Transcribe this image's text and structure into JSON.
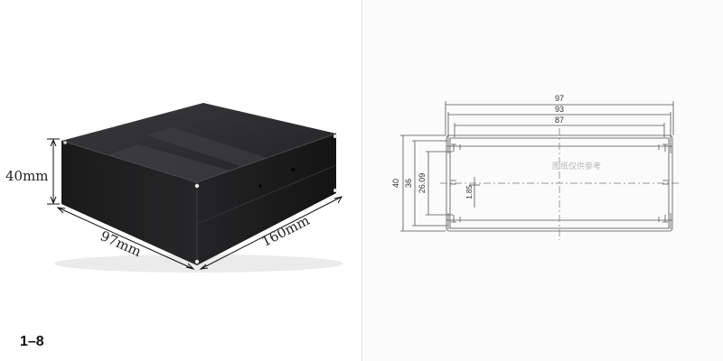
{
  "photo": {
    "height_label": "40mm",
    "depth_label": "97mm",
    "length_label": "160mm"
  },
  "drawing": {
    "outer_width": "97",
    "inner_width": "93",
    "slot_width": "87",
    "outer_height": "40",
    "inner_height": "36",
    "rail_height": "26.09",
    "offset": "1.85",
    "watermark": "图纸仅供参考"
  },
  "page_label": "1–8",
  "colors": {
    "enclosure_top": "#2b2b2d",
    "enclosure_front": "#1c1c1e",
    "drawing_line": "#555555"
  }
}
